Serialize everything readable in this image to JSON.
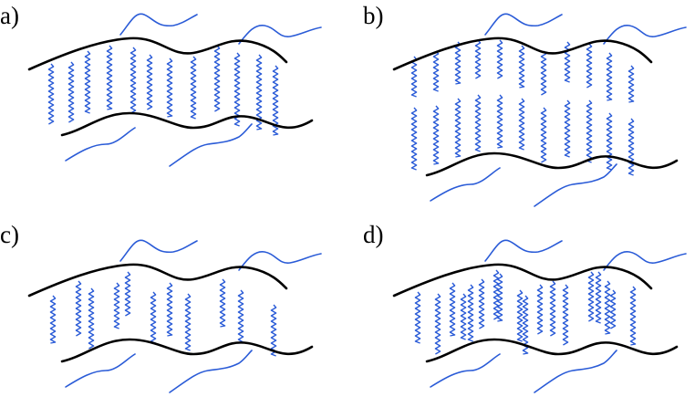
{
  "colors": {
    "membrane": "#000000",
    "chain": "#2a5bd7",
    "tail": "#2a5bd7",
    "background": "#ffffff"
  },
  "panels": [
    {
      "label": "a)",
      "chains": "bridging"
    },
    {
      "label": "b)",
      "chains": "split-two-layers"
    },
    {
      "label": "c)",
      "chains": "sparse-offset"
    },
    {
      "label": "d)",
      "chains": "dense-offset"
    }
  ]
}
